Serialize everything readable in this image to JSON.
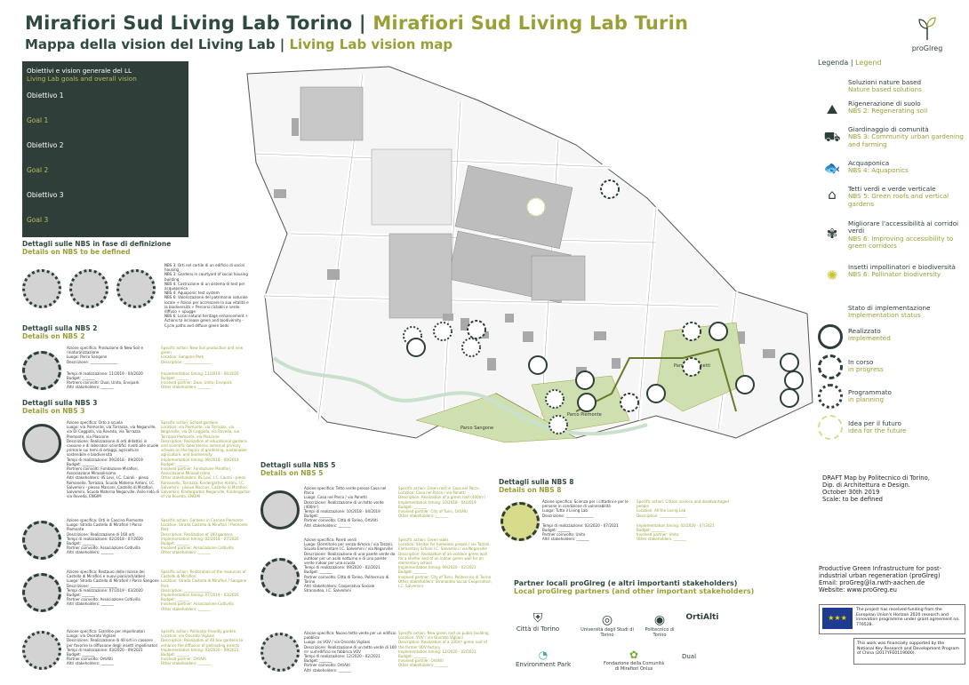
{
  "header": {
    "title_it": "Mirafiori Sud Living Lab Torino |",
    "title_en": "Mirafiori Sud Living Lab Turin",
    "subtitle_it": "Mappa della vision del Living Lab |",
    "subtitle_en": "Living Lab vision map",
    "brand": "proGlreg"
  },
  "goals_box": {
    "heading_it": "Obiettivi e vision generale del LL",
    "heading_en": "Living Lab goals and overall vision",
    "rows": [
      "Obiettivo 1",
      "Goal 1",
      "Obiettivo 2",
      "Goal 2",
      "Obiettivo 3",
      "Goal 3"
    ]
  },
  "nbs_defining": {
    "title_it": "Dettagli sulle NBS in fase di definizione",
    "title_en": "Details on NBS to be defined",
    "notes": [
      "NBS 3: Orti nel cortile di un edificio di social housing",
      "NBS 3: Gardens in courtyard of social housing building",
      "NBS 4: Costruzione di un sistema di test per acquaponica",
      "NBS 4: Aquaponic test system",
      "NBS 6: Valorizzazione del patrimonio naturale locale + Azioni per accrescere la sua vitalità e la biodiversità + Percorsi ciclabili e verde diffuso + spugge",
      "NBS 6: Local natural heritage enhancement + Actions to increase green and biodiversity - Cycle paths and diffuse green beds"
    ]
  },
  "nbs2": {
    "title_it": "Dettagli sulla NBS 2",
    "title_en": "Details on NBS 2",
    "left": [
      "Azione specifica: Produzione di New Soil e rinaturalizzazione",
      "Luogo: Parco Sangone",
      "Descrizione: _______________",
      "Tempi di realizzazione: 11/2019 - 04/2020",
      "Budget: _______",
      "Partners coinvolti: Dual, Unito, Envipark",
      "Altri stakeholders: _______"
    ],
    "right": [
      "Specific action: New Soil production and new green",
      "Location: Sangone Park",
      "Description: _______________",
      "Implementation timing: 11/2019 - 04/2020",
      "Budget: _______",
      "Involved partner: Dual, Unito, Envipark",
      "Other stakeholders: _______"
    ]
  },
  "nbs3": {
    "title_it": "Dettagli sulla NBS 3",
    "title_en": "Details on NBS 3",
    "items": [
      {
        "left": [
          "Azione specifica: Orto a scuola",
          "Luogo: via Piemonte, via Torrazza, via Negarville, via Di Coggiola, via Roveda, via Torrazza Piemonte, via Plascone",
          "Descrizione: Realizzazione di orti didattici in cassone e di laboratori scientifici rivolti alle scuole primarie sui temi di ortaggi, agricoltura sostenibile e biodiversità",
          "Tempi di realizzazione: 09/2018 - 09/2019",
          "Budget: _______",
          "Partners coinvolti: Fondazione Mirafiori, Associazione Mirasolissimo",
          "Altri stakeholders: IIS Levi, I.C. Cairoli - plessi Romanello, Torrazza, Scuola Materna Antoni, I.C. Salvemini - plesso Marconi, Castello di Mirafiori, Salvemini, Scuola Materna Negarville, Asilo nido di via Roveda, ENGIM"
        ],
        "right": [
          "Specific action: School gardens",
          "Location: via Piemonte, via Torrazza, via Negarville, via Di Coggiola, via Roveda, via Torrazza Piemonte, via Plascone",
          "Description: Realization of educational gardens and scientific laboratories aimed at primary schools on the topics of gardening, sustainable agriculture, and biodiversity",
          "Implementation timing: 09/2018 - 09/2019",
          "Budget: _______",
          "Involved partner: Fondazione Mirafiori, Associazione Mirasolissimo",
          "Other stakeholders: IIS Levi, I.C. Cairoli - plessi Romanello, Torrazza, Kindergarten Antoni, I.C. Salvemini - plesso Marconi, Castello di Mirafiori, Salvemini, Kindergarten Negarville, Kindergarten of via Roveda, ENGIM"
        ]
      },
      {
        "left": [
          "Azione specifica: Orti in Cascina Piemonte",
          "Luogo: Strada Castello di Mirafiori / Parco Piemonte",
          "Descrizione: Realizzazione di 160 orti",
          "Tempi di realizzazione: 02/2018 - 07/2020",
          "Budget: _______",
          "Partner coinvolto: Associazione Coltivilla",
          "Altri stakeholders: _______"
        ],
        "right": [
          "Specific action: Gardens in Cascina Piemonte",
          "Location: Strada Castello di Mirafiori / Piemonte Park",
          "Description: Realization of 160 gardens",
          "Implementation timing: 02/2018 - 07/2020",
          "Budget: _______",
          "Involved partner: Associazione Coltivilla",
          "Other stakeholders: _______"
        ]
      },
      {
        "left": [
          "Azione specifica: Restauro delle risorse dei Castello di Mirafiori e nuovi piani/orti/alberi",
          "Luogo: Strada Castello di Mirafiori / Parco Sangone",
          "Descrizione: _______________",
          "Tempi di realizzazione: 07/2019 - 03/2020",
          "Budget: _______",
          "Partner coinvolto: Associazione Coltivilla",
          "Altri stakeholders: _______"
        ],
        "right": [
          "Specific action: Restoration of the resources of Castello di Mirafiori",
          "Location: Strada Castello di Mirafiori / Sangone Park",
          "Description: _______________",
          "Implementation timing: 07/2019 - 03/2020",
          "Budget: _______",
          "Involved partner: Associazione Coltivilla",
          "Other stakeholders: _______"
        ]
      },
      {
        "left": [
          "Azione specifica: Giardino per impollinatori",
          "Luogo: via Onorato Vigliani",
          "Descrizione: Realizzazione di 40 orti in cassone per favorire la diffusione degli insetti impollinatori",
          "Tempi di realizzazione: 03/2020 - 09/2021",
          "Budget: _______",
          "Partner coinvolto: OrtiAlti",
          "Altri stakeholders: _______"
        ],
        "right": [
          "Specific action: Pollinator friendly garden",
          "Location: via Onorato Vigliani",
          "Description: Realization of 40 box gardens to enhance the diffusion of pollinating insects",
          "Implementation timing: 03/2020 - 09/2021",
          "Budget: _______",
          "Involved partner: OrtiAlti",
          "Other stakeholders: _______"
        ]
      }
    ]
  },
  "nbs5": {
    "title_it": "Dettagli sulla NBS 5",
    "title_en": "Details on NBS 5",
    "items": [
      {
        "left": [
          "Azione specifica: Tetto verde presso Casa nel Parco",
          "Luogo: Casa nel Parco / via Panetti",
          "Descrizione: Realizzazione di un tetto verde (400m²)",
          "Tempi di realizzazione: 10/2018 - 04/2019",
          "Budget: _______",
          "Partner coinvolto: Città di Torino, OrtiAlti",
          "Altri stakeholders: _______"
        ],
        "right": [
          "Specific action: Green roof in Casa nel Parco",
          "Location: Casa nel Parco / via Panetti",
          "Description: Realization of a green roof (400m²)",
          "Implementation timing: 10/2018 - 04/2019",
          "Budget: _______",
          "Involved partner: City of Turin, OrtiAlti",
          "Other stakeholders: _______"
        ]
      },
      {
        "left": [
          "Azione specifica: Pareti verdi",
          "Luogo: Dormitorio per senza dimora / via Tazzoli, Scuola Elementare I.C. Salvemini / via Negarville",
          "Descrizione: Realizzazione di una parete verde da outdoor per un asilo notturno e di una parete verde indoor per una scuola",
          "Tempi di realizzazione: 09/2020 - 02/2021",
          "Budget: _______",
          "Partner coinvolto: Città di Torino, Politecnico di Torino",
          "Altri stakeholders: Cooperativa Sociale Stranaidea, I.C. Salvemini"
        ],
        "right": [
          "Specific action: Green walls",
          "Location: Shelter for homeless people / via Tazzoli, Elementary School I.C. Salvemini / via Negarville",
          "Description: Realization of an outdoor green wall for a shelter and of an indoor green wall for an elementary school",
          "Implementation timing: 09/2020 - 02/2021",
          "Budget: _______",
          "Involved partner: City of Turin, Politecnico di Torino",
          "Other stakeholders: Stranaidea Social Cooperative, I.C. Salvemini"
        ]
      },
      {
        "left": [
          "Azione specifica: Nuovo tetto verde per un edificio pubblico",
          "Luogo: ex VOV / via Onorato Vigliani",
          "Descrizione: Realizzazione di un tetto verde di 100 m² sull'edificio ex fabbrica VOV",
          "Tempi di realizzazione: 12/2020 - 02/2021",
          "Budget: _______",
          "Partner coinvolto: OrtiAlti",
          "Altri stakeholders: _______"
        ],
        "right": [
          "Specific action: New green roof on public building",
          "Location: VOV / via Onorato Vigliani",
          "Description: Realization of a 100m² green roof of the former VOV factory",
          "Implementation timing: 12/2020 - 02/2021",
          "Budget: _______",
          "Involved partner: OrtiAlti",
          "Other stakeholders: _______"
        ]
      }
    ]
  },
  "nbs8": {
    "title_it": "Dettagli sulla NBS 8",
    "title_en": "Details on NBS 8",
    "left": [
      "Azione specifica: Scienza per i cittadini e per le persone in condizione di vulnerabilità",
      "Luogo: Tutto il Living Lab",
      "Descrizione: _______________",
      "Tempi di realizzazione: 02/2020 - 07/2021",
      "Budget: _______",
      "Partner coinvolto: Unito",
      "Altri stakeholders: _______"
    ],
    "right": [
      "Specific action: Citizen science and disadvantaged people",
      "Location: All the Living Lab",
      "Description: _______________",
      "Implementation timing: 02/2020 - 07/2021",
      "Budget: _______",
      "Involved partner: Unito",
      "Other stakeholders: _______"
    ]
  },
  "legend": {
    "title_it": "Legenda |",
    "title_en": "Legend",
    "nbs_heading_it": "Soluzioni nature based",
    "nbs_heading_en": "Nature based solutions",
    "items": [
      {
        "icon": "soil-icon",
        "it": "Rigenerazione di suolo",
        "en": "NBS 2: Regenerating soil"
      },
      {
        "icon": "wheelbarrow-icon",
        "it": "Giardinaggio di comunità",
        "en": "NBS 3: Community urban gardening and farming"
      },
      {
        "icon": "fish-icon",
        "it": "Acquaponica",
        "en": "NBS 4: Aquaponics"
      },
      {
        "icon": "green-roof-icon",
        "it": "Tetti verdi e verde verticale",
        "en": "NBS 5: Green roofs and vertical gardens"
      },
      {
        "icon": "accessibility-icon",
        "it": "Migliorare l'accessibilità ai corridoi verdi",
        "en": "NBS 6: Improving accessibility to green corridors"
      },
      {
        "icon": "bee-icon",
        "it": "Insetti impollinatori e biodiversità",
        "en": "NBS 6: Pollinator biodiversity"
      }
    ],
    "status_heading_it": "Stato di implementazione",
    "status_heading_en": "Implementation status",
    "status": [
      {
        "it": "Realizzato",
        "en": "implemented"
      },
      {
        "it": "In corso",
        "en": "in progress"
      },
      {
        "it": "Programmato",
        "en": "in planning"
      },
      {
        "it": "Idea per il futuro",
        "en": "idea for the future"
      }
    ]
  },
  "draft_note": [
    "DRAFT Map by Politecnico di Torino,",
    "Dip. di Architettura e Design.",
    "October 30th 2019",
    "Scale: to be defined"
  ],
  "productive_note": [
    "Productive Green Infrastructure for post-",
    "industrial urban regeneration (proGlreg)",
    "Email: proGreg@la.rwth-aachen.de",
    "Website: www.proGreg.eu"
  ],
  "partners": {
    "title_it": "Partner locali proGlreg (e altri importanti stakeholders)",
    "title_en": "Local proGlreg partners (and other important stakeholders)",
    "logos": [
      "Città di Torino",
      "Università degli Studi di Torino",
      "Politecnico di Torino",
      "Environment Park",
      "Fondazione della Comunità di Mirafiori Onlus",
      "Dual",
      "OrtiAlti"
    ]
  },
  "funding": {
    "eu": "The project has received funding from the European Union's Horizon 2020 research and innovation programme under grant agreement no. 776528.",
    "china": "This work was financially supported by the National Key Research and Development Program of China (2017YFE0119000)."
  },
  "map_labels": [
    "Parco Colonnetti",
    "Parco Piemonte",
    "Parco Sangone"
  ],
  "colors": {
    "dark": "#2f3e38",
    "olive": "#9aa037",
    "green": "#cfe0b0",
    "building": "#b9b9b9"
  }
}
